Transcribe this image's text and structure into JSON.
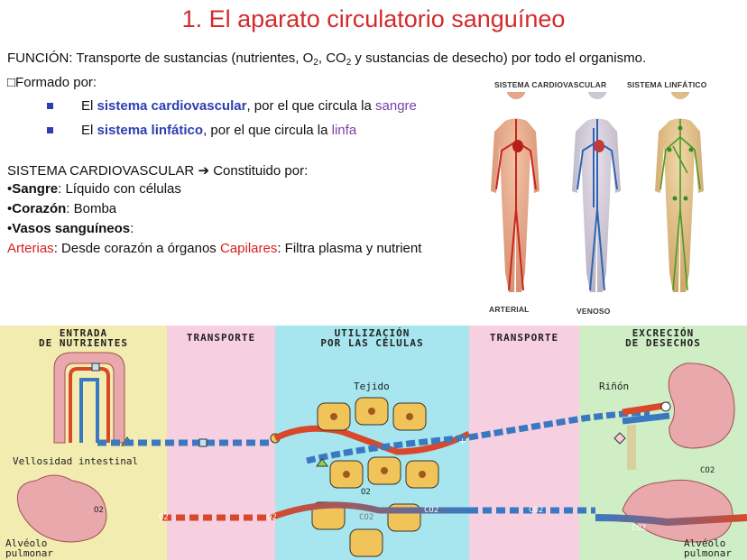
{
  "title": "1. El aparato circulatorio sanguíneo",
  "funcion": {
    "part1": "FUNCIÓN: Transporte de sustancias (nutrientes, O",
    "sub1": "2",
    "part2": ", CO",
    "sub2": "2",
    "part3": " y sustancias de desecho) por todo el organismo."
  },
  "formado": "□Formado por:",
  "bullets": [
    {
      "pre": "El ",
      "term": "sistema cardiovascular",
      "mid": ", por el que circula la ",
      "fluid": "sangre"
    },
    {
      "pre": "El ",
      "term": "sistema linfático",
      "mid": ", por el que circula la ",
      "fluid": "linfa"
    }
  ],
  "cardio": {
    "heading": "SISTEMA CARDIOVASCULAR",
    "arrow": "➔",
    "heading_rest": " Constituido por:",
    "items": [
      {
        "dot": "•",
        "term": "Sangre",
        "text": ": Líquido con células"
      },
      {
        "dot": "•",
        "term": "Corazón",
        "text": ": Bomba"
      },
      {
        "dot": "•",
        "term": "Vasos sanguíneos",
        "text": ":"
      }
    ],
    "arterias_term": "Arterias",
    "arterias_text": ": Desde corazón a órganos  ",
    "capilares_term": "Capilares",
    "capilares_text": ": Filtra plasma y nutrient"
  },
  "bodies": {
    "label_cardio": "SISTEMA CARDIOVASCULAR",
    "label_linfa": "SISTEMA LINFÁTICO",
    "label_arterial": "ARTERIAL",
    "label_venoso": "VENOSO"
  },
  "diagram": {
    "headers": {
      "entrada1": "ENTRADA",
      "entrada2": "DE NUTRIENTES",
      "transporte_a": "TRANSPORTE",
      "util1": "UTILIZACIÓN",
      "util2": "POR LAS CÉLULAS",
      "transporte_b": "TRANSPORTE",
      "excr1": "EXCRECIÓN",
      "excr2": "DE DESECHOS"
    },
    "labels": {
      "vellosidad": "Vellosidad intestinal",
      "alveolo_a1": "Alvéolo",
      "alveolo_a2": "pulmonar",
      "alveolo_b1": "Alvéolo",
      "alveolo_b2": "pulmonar",
      "tejido": "Tejido",
      "rinon": "Riñón",
      "o2_lung": "O2",
      "o2_vessel": "O2",
      "o2_vessel_b": "O2",
      "o2_cells": "O2",
      "co2_cells": "CO2",
      "co2_vessel": "CO2",
      "co2_vessel_b": "CO2",
      "co2_lung": "CO2",
      "co2_top": "CO2"
    },
    "colors": {
      "entrada": "#f3ecb0",
      "transporte": "#f6cfe0",
      "utilizacion": "#a7e6ee",
      "excrecion": "#cfeec6",
      "artery": "#d9482a",
      "vein": "#3a78c2",
      "organ": "#e8a8ac"
    }
  }
}
